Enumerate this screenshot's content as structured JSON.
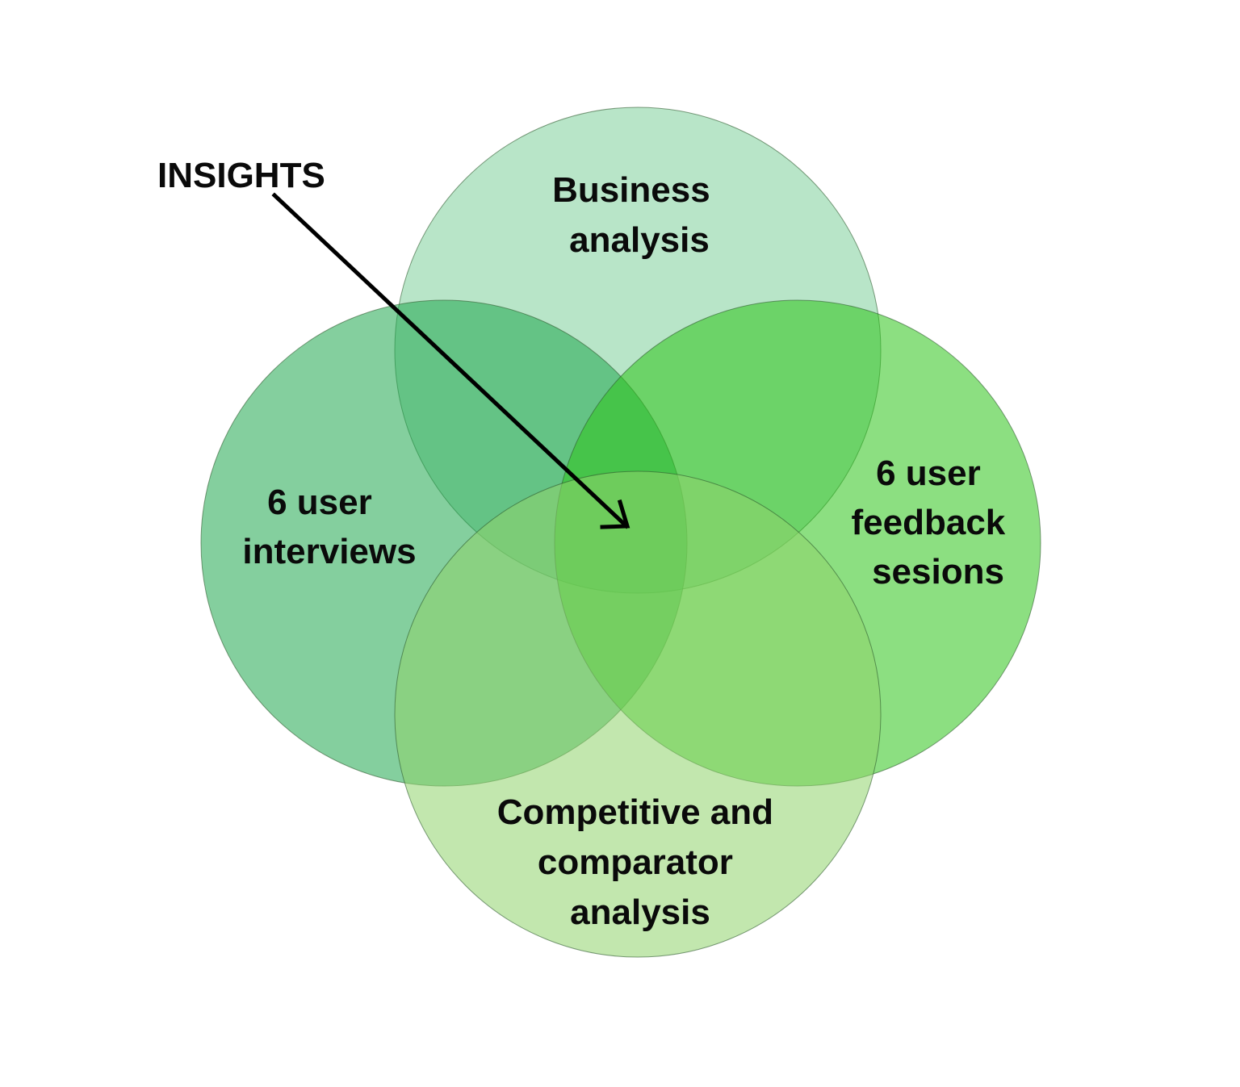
{
  "diagram": {
    "type": "venn",
    "callout": {
      "label": "INSIGHTS"
    },
    "sets": [
      {
        "id": "business",
        "lines": [
          "Business",
          "analysis"
        ],
        "color": "#7dcf9a"
      },
      {
        "id": "interviews",
        "lines": [
          "6 user",
          "interviews"
        ],
        "color": "#1fa84f"
      },
      {
        "id": "feedback",
        "lines": [
          "6 user",
          "feedback",
          "sesions"
        ],
        "color": "#2ec41a"
      },
      {
        "id": "competitive",
        "lines": [
          "Competitive and",
          "comparator",
          "analysis"
        ],
        "color": "#8fd46b"
      }
    ]
  }
}
